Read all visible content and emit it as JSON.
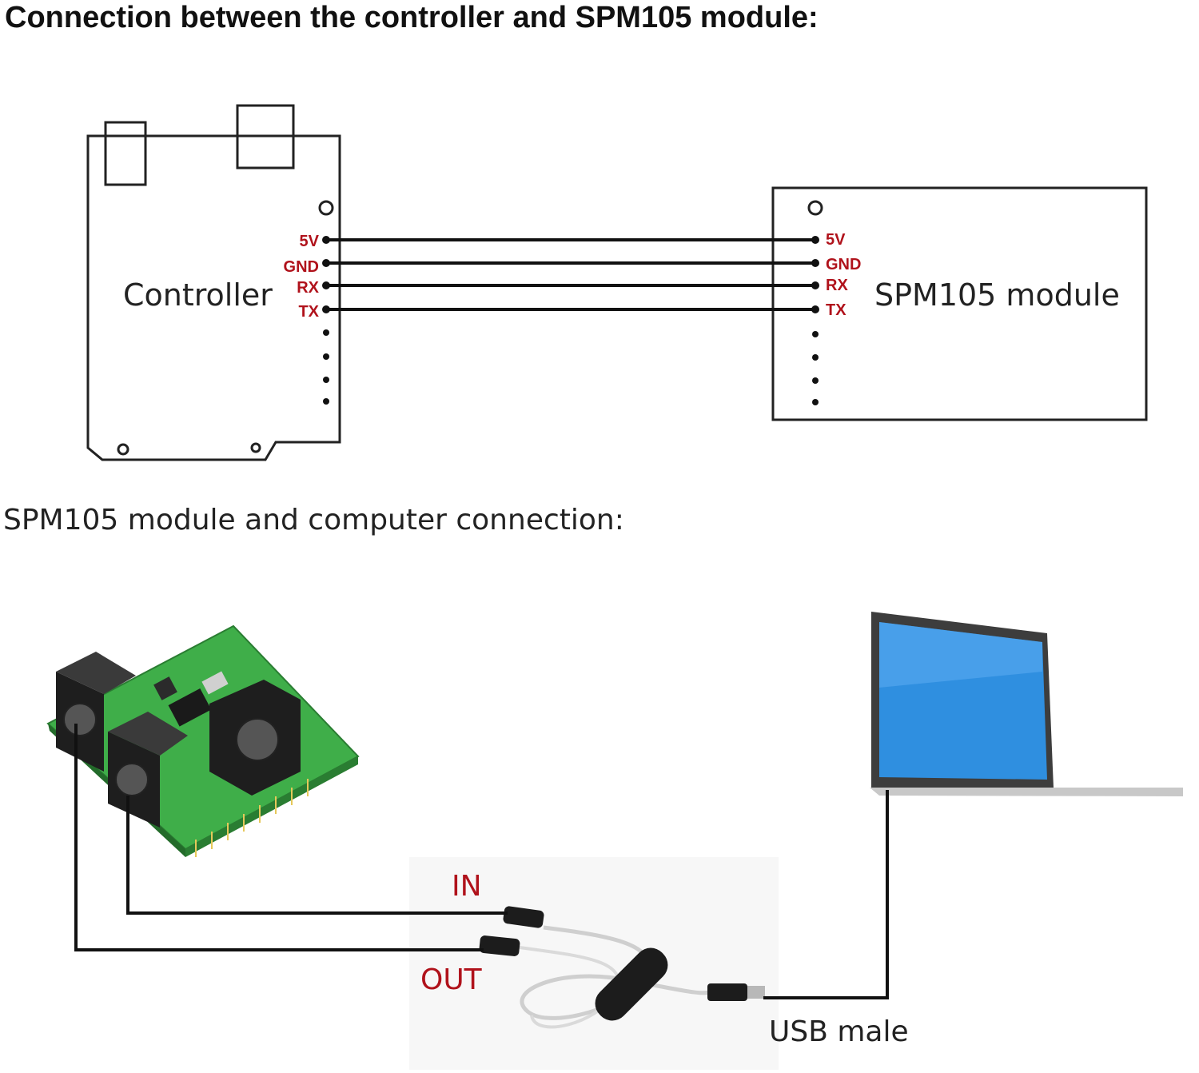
{
  "titles": {
    "top": "Connection between the controller and SPM105 module:",
    "bottom": "SPM105 module and computer connection:"
  },
  "controller": {
    "label": "Controller",
    "pins": [
      "5V",
      "GND",
      "RX",
      "TX"
    ]
  },
  "module": {
    "label": "SPM105 module",
    "pins": [
      "5V",
      "GND",
      "RX",
      "TX"
    ]
  },
  "cable": {
    "in_label": "IN",
    "out_label": "OUT",
    "usb_label": "USB male"
  },
  "colors": {
    "pin_label": "#b0121b",
    "wire": "#111111",
    "pcb_green": "#3fae49",
    "laptop_screen": "#2f8fe0"
  }
}
